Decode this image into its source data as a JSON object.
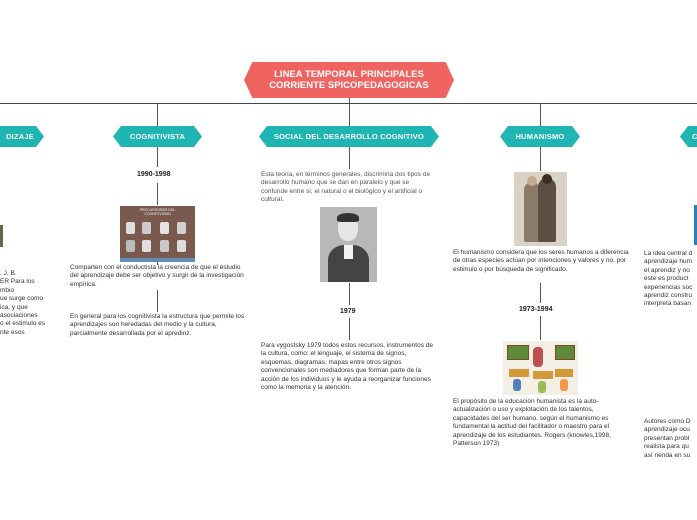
{
  "title": "LINEA TEMPORAL PRINCIPALES\nCORRIENTE SPICOPEDAGOGICAS",
  "categories": {
    "aprendizaje": "DIZAJE",
    "cognitivista": "COGNITIVISTA",
    "social": "SOCIAL DEL DESARROLLO COGNITIVO",
    "humanismo": "HUMANISMO",
    "right": "C"
  },
  "cognitivista": {
    "year": "1990-1998",
    "image_caption": "PRECURSORES DEL COGNITIVISMO",
    "text1": "Comparten con el conductista la creencia de que el estudio del aprendizaje debe ser objetivo y surgir de la investigación empírica.",
    "text2": "En general para los cognitivista la estructura que permite los aprendizajes son heredadas del medio y la cultura, parcialmente desarrollada por el apredinz."
  },
  "aprendizaje": {
    "text": ". J. B.\nER   Para los\nmbio\nue surge como\nica, y que\nasociaciones\no el estimulo es\nnte esos"
  },
  "social": {
    "intro": "Esta teoría, en términos generales, discrimina dos tipos de desarrollo humano que se dan en paralelo y que se confunde entre si, el natural o el biológico y el artificial o cultural.",
    "year": "1979",
    "text": "Para vygostsky 1979 todos estos recursos, instrumentos de la cultura, como: el lenguaje, el sistema de signos, esquemas, diagramas, mapas entre otros signos convencionales son mediadores que forman parte de la acción de los individuos y le ayuda a reorganizar funciones como la memoria y la atención."
  },
  "humanismo": {
    "text1": "El humanismo considera que los seres humanos a diferencia de otras especies actúan por intenciones y valores y no, por estimulo o por búsqueda de significado.",
    "year": "1973-1994",
    "text2": "El propósito de la educación humanista es la auto-actualización o uso y explotación de los talentos, capacidades del ser humano. según el humanismo es fundamental la actitud del facilitador o maestro para el aprendizaje de los estudiantes. Rogers (knowles,1998, Patterson 1973)"
  },
  "right": {
    "text1": "La idea central d\naprendizaje hum\nel aprendiz y no\neste es product\nexperiencias soc\naprendiz constru\ninterpreta basan",
    "text2": "Autores como D\naprendizaje ocu\npresentan probl\nrealista para qu\nasí rienda en su"
  },
  "colors": {
    "title": "#ef6461",
    "category": "#1fb5b3",
    "line": "#444444"
  }
}
